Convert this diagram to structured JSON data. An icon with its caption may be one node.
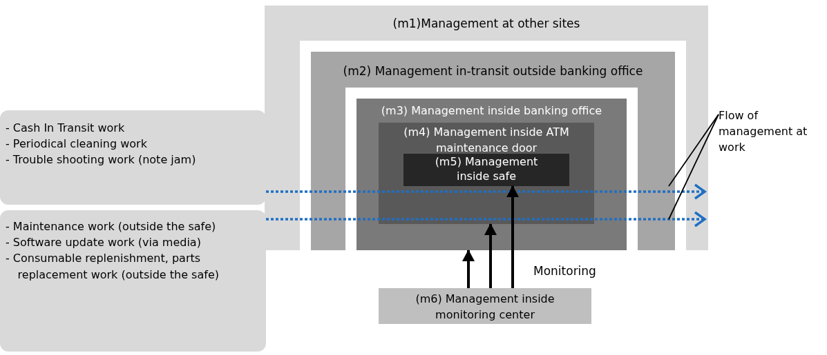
{
  "diagram": {
    "nodes": [
      {
        "text": [
          "(m1)Management at other sites"
        ]
      },
      {
        "text": [
          "(m2) Management in-transit outside banking office"
        ],
        "in": 0
      },
      {
        "text": [
          "(m3) Management inside banking office"
        ],
        "in": 1
      },
      {
        "text": [
          "(m4) Management inside ATM maintenance door"
        ],
        "in": 2
      },
      {
        "text": [
          "(m5) Management inside safe"
        ],
        "in": 3
      },
      {
        "text": [
          "(m6) Management inside monitoring center"
        ]
      },
      {
        "text": [
          "- Cash In Transit work",
          "- Periodical cleaning work",
          "- Trouble shooting work (note jam)"
        ]
      },
      {
        "text": [
          "- Maintenance work (outside the safe)",
          "- Software update work (via media)",
          "- Consumable replenishment, parts replacement work (outside the safe)"
        ]
      },
      {
        "text": [
          "Flow of management at work"
        ]
      }
    ],
    "edges": [
      {
        "from": 6,
        "to": 0,
        "arrow": "to",
        "style": "dashed",
        "color": "#1f6fc4"
      },
      {
        "from": 7,
        "to": 0,
        "arrow": "to",
        "style": "dashed",
        "color": "#1f6fc4"
      },
      {
        "from": 5,
        "to": 2,
        "arrow": "to"
      },
      {
        "from": 5,
        "to": 3,
        "arrow": "to"
      },
      {
        "from": 5,
        "to": 4,
        "arrow": "to"
      },
      {
        "from": 8,
        "to": 1,
        "arrow": "none"
      },
      {
        "from": 8,
        "to": 1,
        "arrow": "none"
      }
    ],
    "labels": [
      "Monitoring"
    ]
  }
}
